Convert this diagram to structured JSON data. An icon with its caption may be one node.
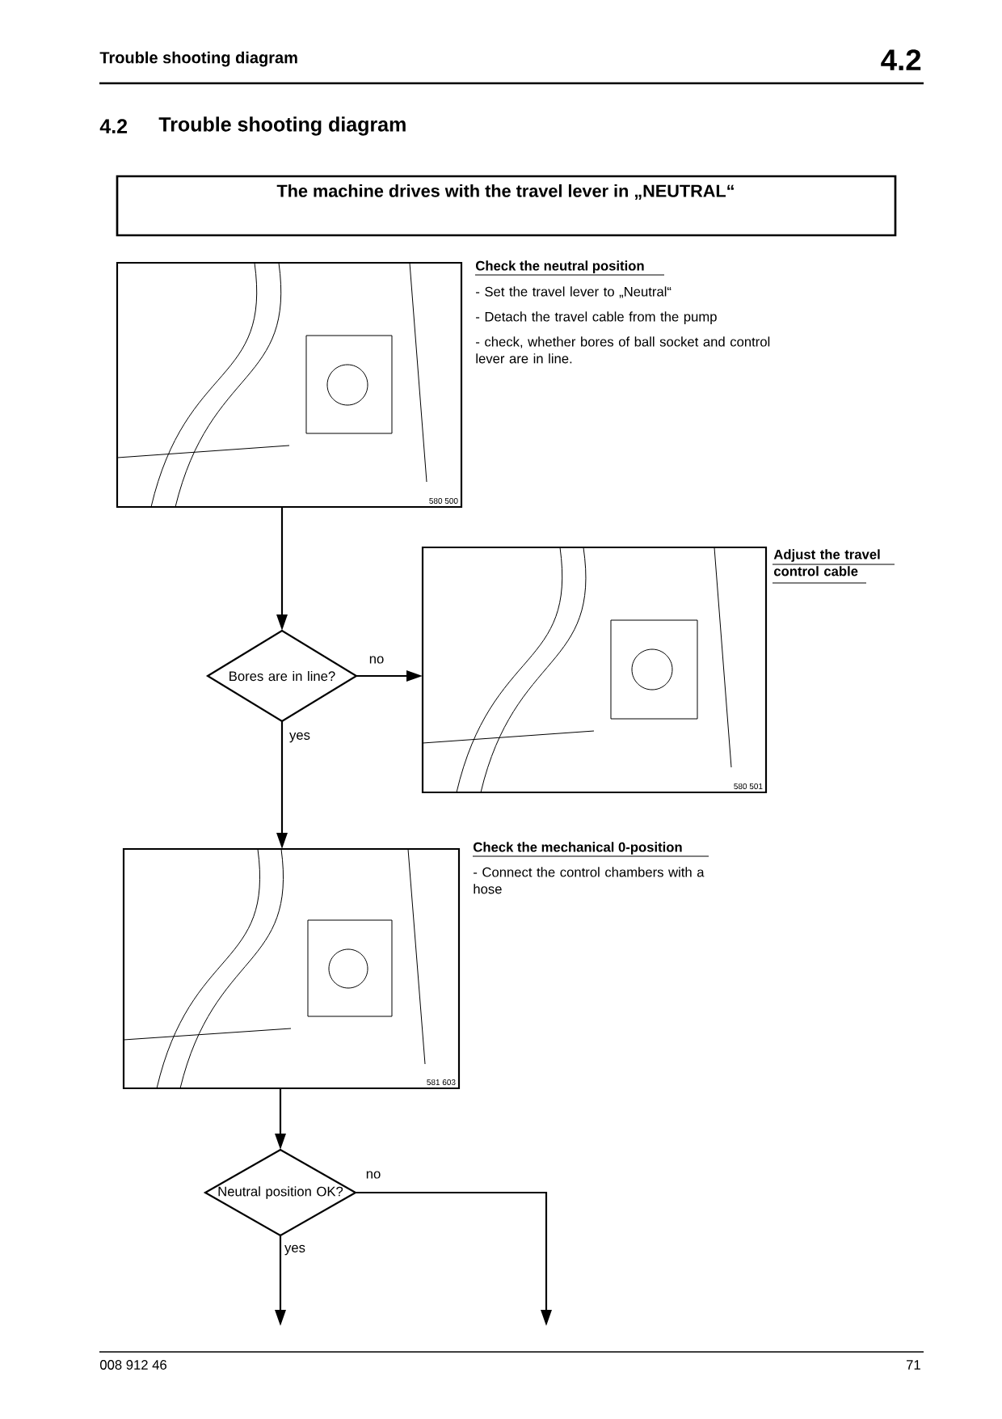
{
  "diagram": {
    "title": "Trouble shooting diagram",
    "nodes": [
      {
        "text": [
          "The machine drives with the travel lever in „NEUTRAL“"
        ]
      },
      {
        "text": [
          "580 500"
        ]
      },
      {
        "text": [
          "Bores are in line?"
        ]
      },
      {
        "text": [
          "580 501"
        ],
        "beside": [
          "Adjust the travel control cable"
        ]
      },
      {
        "text": [
          "581 603"
        ]
      },
      {
        "text": [
          "Neutral position OK?"
        ]
      }
    ],
    "edges": [
      {
        "from": 1,
        "to": 2,
        "arrow": "to"
      },
      {
        "from": 2,
        "to": 3,
        "arrow": "to",
        "label": "no"
      },
      {
        "from": 2,
        "to": 4,
        "arrow": "to",
        "label": "yes"
      },
      {
        "from": 4,
        "to": 5,
        "arrow": "to"
      },
      {
        "from": 5,
        "to": null,
        "arrow": "to",
        "label": "yes"
      },
      {
        "from": 5,
        "to": null,
        "arrow": "to",
        "label": "no"
      }
    ],
    "labels": [
      "Trouble shooting diagram",
      "4.2",
      "4.2",
      "Check the neutral position",
      "- Set the travel lever to „Neutral“",
      "- Detach the travel cable from the pump",
      "- check, whether bores of ball socket and control lever are in line.",
      "Check the mechanical 0-position",
      "- Connect the control chambers with a hose",
      "008 912 46",
      "71"
    ]
  }
}
